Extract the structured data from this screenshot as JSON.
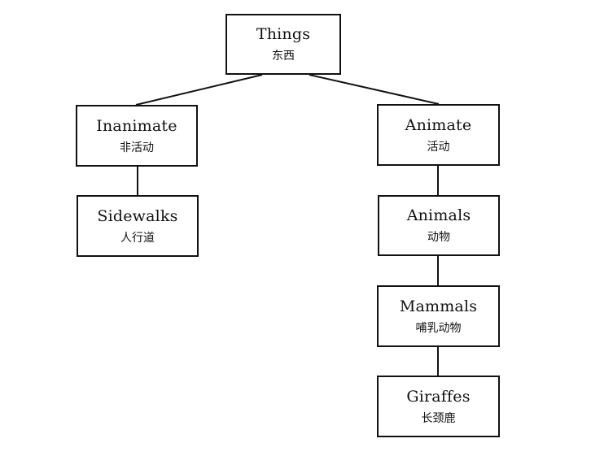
{
  "nodes": {
    "things": {
      "en": "Things",
      "zh": "东西"
    },
    "inanimate": {
      "en": "Inanimate",
      "zh": "非活动"
    },
    "animate": {
      "en": "Animate",
      "zh": "活动"
    },
    "sidewalks": {
      "en": "Sidewalks",
      "zh": "人行道"
    },
    "animals": {
      "en": "Animals",
      "zh": "动物"
    },
    "mammals": {
      "en": "Mammals",
      "zh": "哺乳动物"
    },
    "giraffes": {
      "en": "Giraffes",
      "zh": "长颈鹿"
    }
  },
  "edges": [
    [
      "things",
      "inanimate"
    ],
    [
      "things",
      "animate"
    ],
    [
      "inanimate",
      "sidewalks"
    ],
    [
      "animate",
      "animals"
    ],
    [
      "animals",
      "mammals"
    ],
    [
      "mammals",
      "giraffes"
    ]
  ]
}
